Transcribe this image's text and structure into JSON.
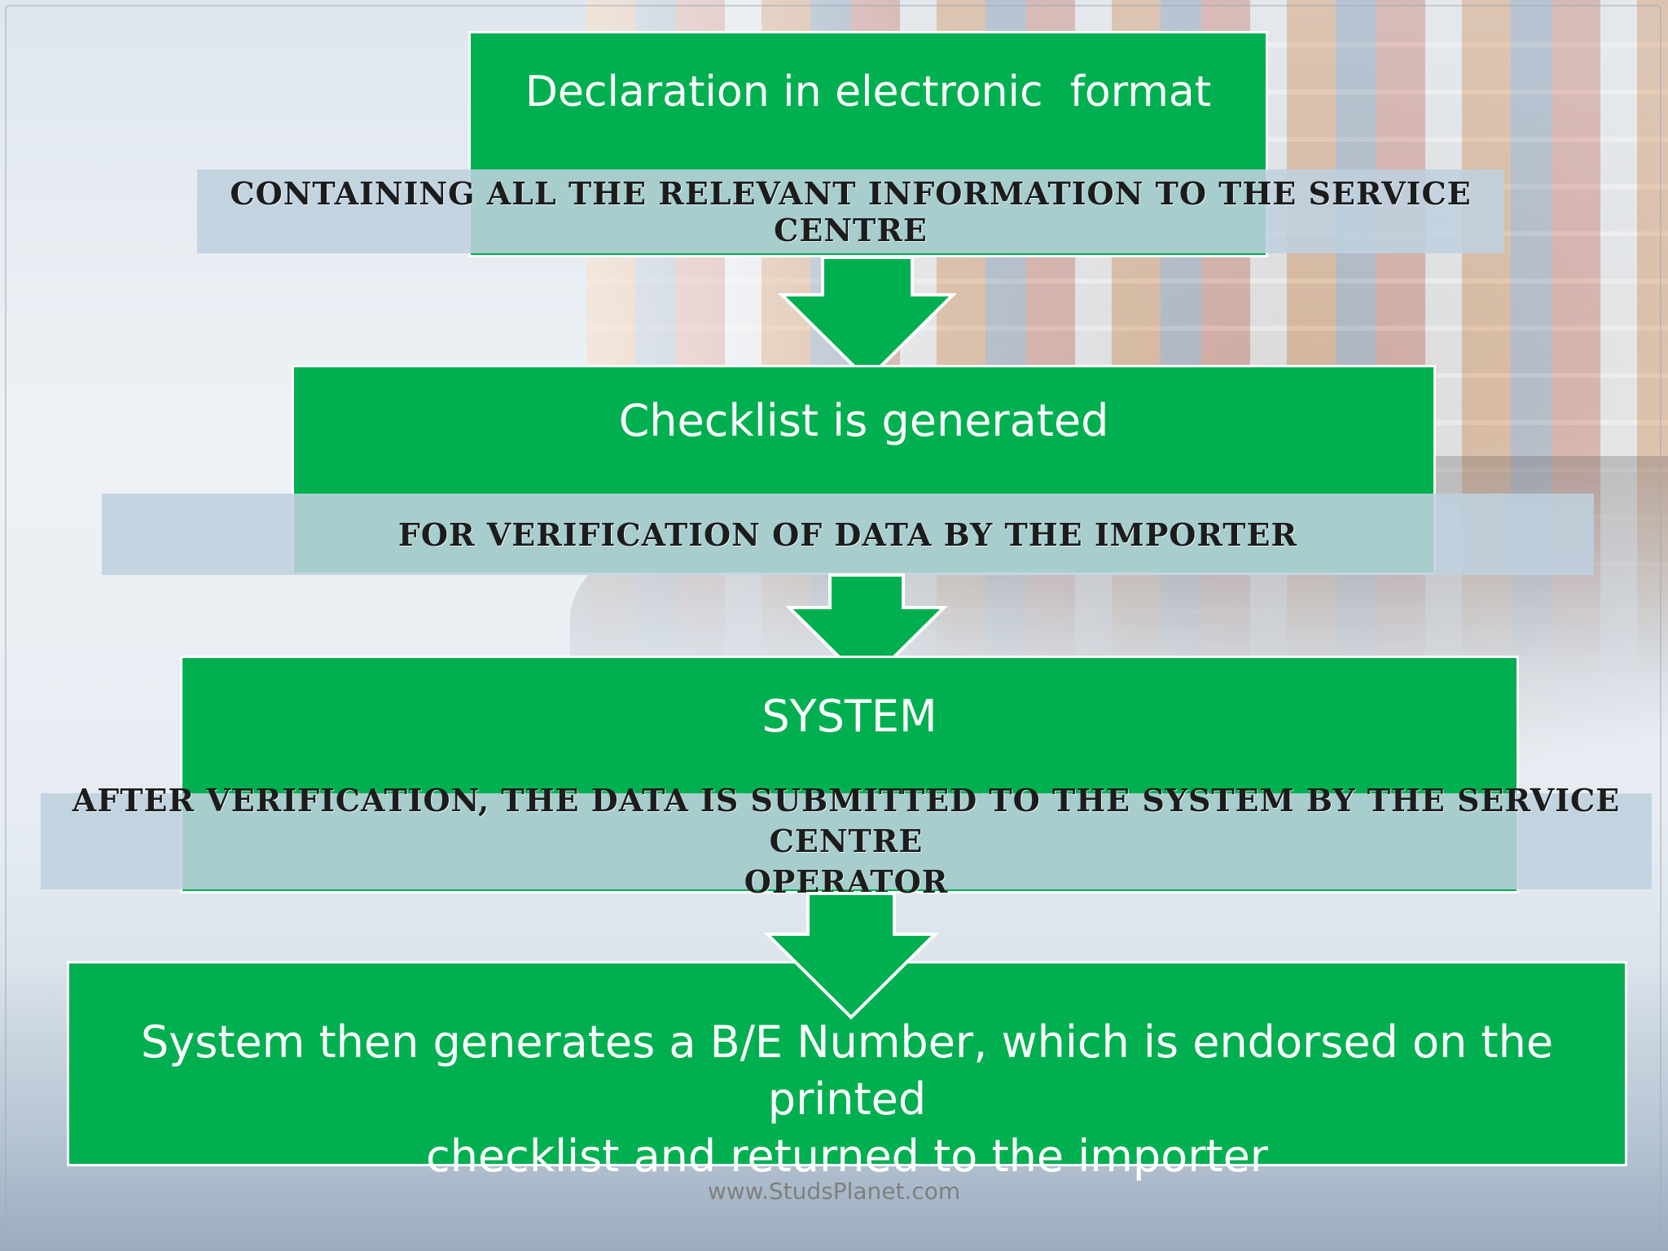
{
  "steps": [
    {
      "box_label": "Declaration in electronic  format",
      "band_text": "CONTAINING ALL THE RELEVANT INFORMATION TO THE SERVICE CENTRE"
    },
    {
      "box_label": "Checklist is generated",
      "band_text": "FOR VERIFICATION OF DATA BY THE IMPORTER"
    },
    {
      "box_label": "SYSTEM",
      "band_text_line1": "AFTER VERIFICATION, THE DATA IS SUBMITTED TO THE SYSTEM BY THE SERVICE CENTRE",
      "band_text_line2": "OPERATOR"
    },
    {
      "box_label_line1": "System then generates a B/E Number, which is endorsed on the printed",
      "box_label_line2": "checklist and returned to the importer"
    }
  ],
  "footer": "www.StudsPlanet.com",
  "colors": {
    "box_fill": "#00b050",
    "band_fill": "#bed0de",
    "box_text": "#ffffff",
    "band_text": "#1c1c1c"
  }
}
